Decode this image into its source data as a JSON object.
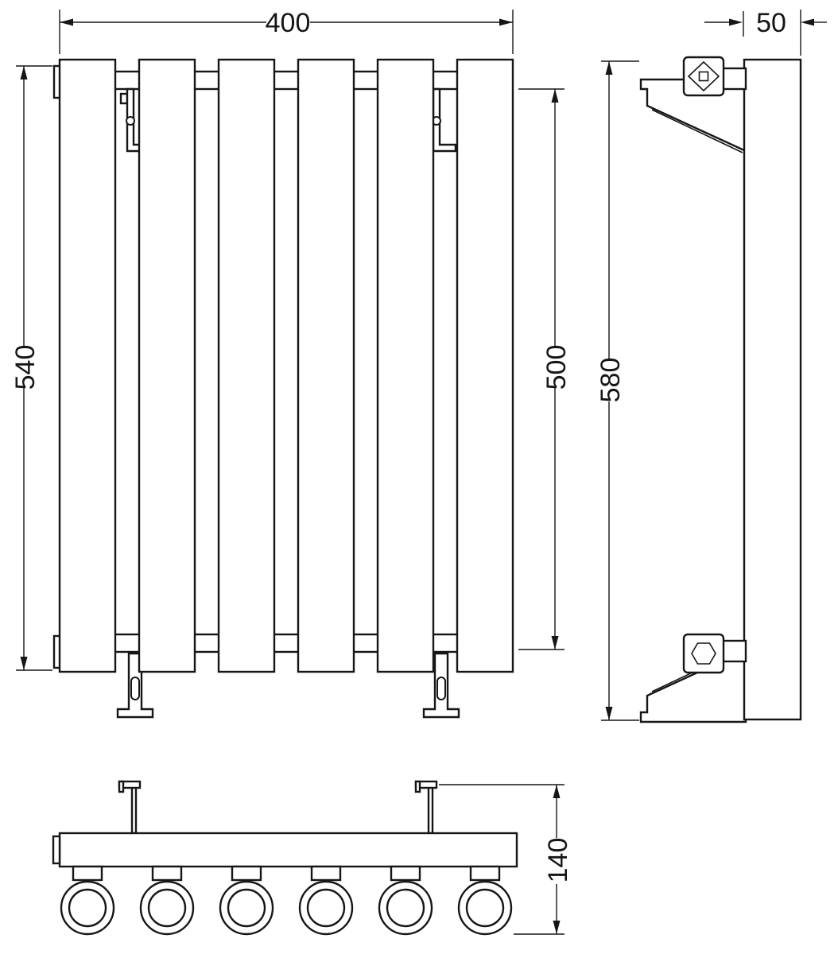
{
  "drawing": {
    "type": "technical-dimension-drawing",
    "subject": "vertical panel radiator, three orthographic views",
    "colors": {
      "line": "#161616",
      "fill": "#ffffff",
      "background": "#ffffff"
    },
    "views": {
      "front": {
        "name": "front-view",
        "panel_count": 6
      },
      "side": {
        "name": "side-view"
      },
      "bottom": {
        "name": "bottom-view",
        "pipe_count": 6
      }
    },
    "dimensions": {
      "front_width": "400",
      "side_depth": "50",
      "front_height_overall": "540",
      "front_height_connections": "500",
      "side_height_overall": "580",
      "bottom_depth_overall": "140"
    }
  }
}
